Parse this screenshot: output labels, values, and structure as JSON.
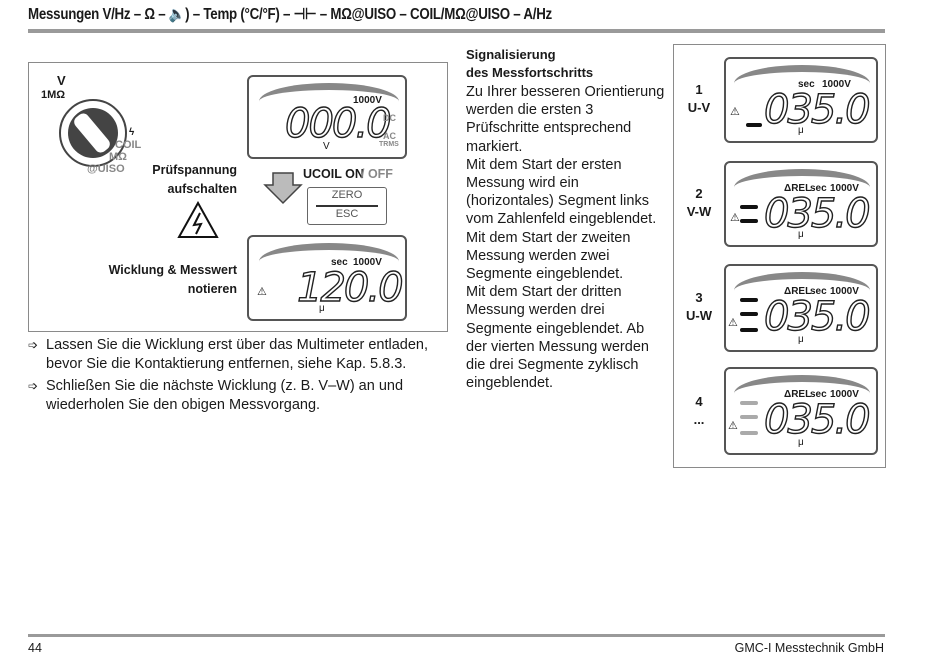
{
  "header": {
    "title": "Messungen V/Hz – Ω – 🔈) – Temp (°C/°F) – ⊣⊢ – MΩ@UISO – COIL/MΩ@UISO – A/Hz"
  },
  "figure": {
    "rotary": {
      "v": "V",
      "one_m": "1MΩ",
      "coil": "COIL",
      "mohm": "MΩ",
      "uiso": "@UISO"
    },
    "lcd1": {
      "value": "000.0",
      "range": "1000V",
      "dc": "DC",
      "ac": "AC",
      "trms": "TRMS",
      "unit": "V"
    },
    "label_pruef": "Prüfspannung\naufschalten",
    "ucoil": "UCOIL ON",
    "off": " / OFF",
    "zero": "ZERO",
    "esc": "ESC",
    "label_wicklung": "Wicklung & Messwert\nnotieren",
    "lcd2": {
      "value": "120.0",
      "sec": "sec",
      "range": "1000V",
      "unit": "μ"
    }
  },
  "bullets": [
    "Lassen Sie die Wicklung erst über das Multimeter entladen, bevor Sie die Kontaktierung entfernen, siehe Kap. 5.8.3.",
    "Schließen Sie die nächste Wicklung (z. B. V–W) an und wiederholen Sie den obigen Messvorgang."
  ],
  "signal": {
    "title": "Signalisierung\ndes Messfortschritts",
    "body": "Zu Ihrer besseren Orientierung werden die ersten 3 Prüfschritte entsprechend markiert.\nMit dem Start der ersten Messung wird ein (horizontales) Segment links vom Zahlenfeld eingeblendet.\nMit dem Start der zweiten Messung werden zwei Segmente eingeblendet.\nMit dem Start der dritten Messung werden drei Segmente eingeblendet. Ab der vierten Messung werden die drei Segmente zyklisch eingeblendet."
  },
  "steps": [
    {
      "num": "1",
      "sub": "U-V",
      "value": "035.0",
      "rel": "",
      "sec": "sec",
      "range": "1000V",
      "unit": "μ",
      "segments": 1
    },
    {
      "num": "2",
      "sub": "V-W",
      "value": "035.0",
      "rel": "ΔREL",
      "sec": "sec",
      "range": "1000V",
      "unit": "μ",
      "segments": 2
    },
    {
      "num": "3",
      "sub": "U-W",
      "value": "035.0",
      "rel": "ΔREL",
      "sec": "sec",
      "range": "1000V",
      "unit": "μ",
      "segments": 3
    },
    {
      "num": "4",
      "sub": "...",
      "value": "035.0",
      "rel": "ΔREL",
      "sec": "sec",
      "range": "1000V",
      "unit": "μ",
      "segments": 3
    }
  ],
  "footer": {
    "page": "44",
    "company": "GMC-I Messtechnik GmbH"
  }
}
